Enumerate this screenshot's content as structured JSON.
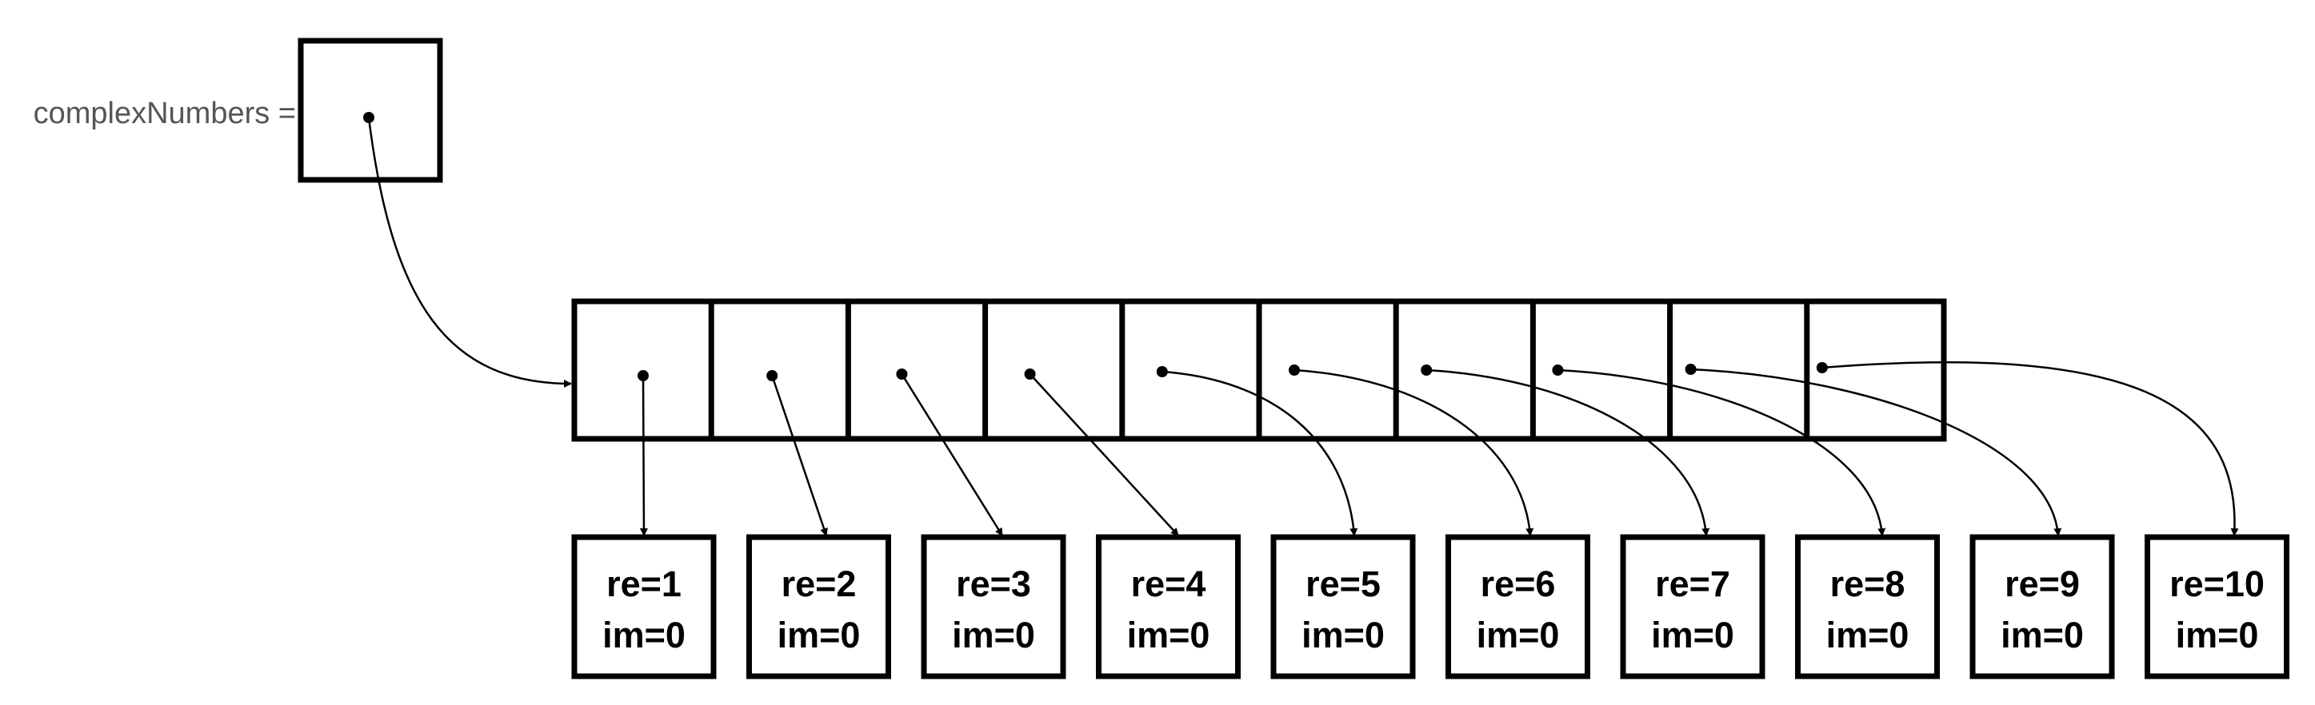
{
  "variable": {
    "label": "complexNumbers ="
  },
  "array": {
    "length": 10
  },
  "objects": [
    {
      "re": "re=1",
      "im": "im=0"
    },
    {
      "re": "re=2",
      "im": "im=0"
    },
    {
      "re": "re=3",
      "im": "im=0"
    },
    {
      "re": "re=4",
      "im": "im=0"
    },
    {
      "re": "re=5",
      "im": "im=0"
    },
    {
      "re": "re=6",
      "im": "im=0"
    },
    {
      "re": "re=7",
      "im": "im=0"
    },
    {
      "re": "re=8",
      "im": "im=0"
    },
    {
      "re": "re=9",
      "im": "im=0"
    },
    {
      "re": "re=10",
      "im": "im=0"
    }
  ]
}
